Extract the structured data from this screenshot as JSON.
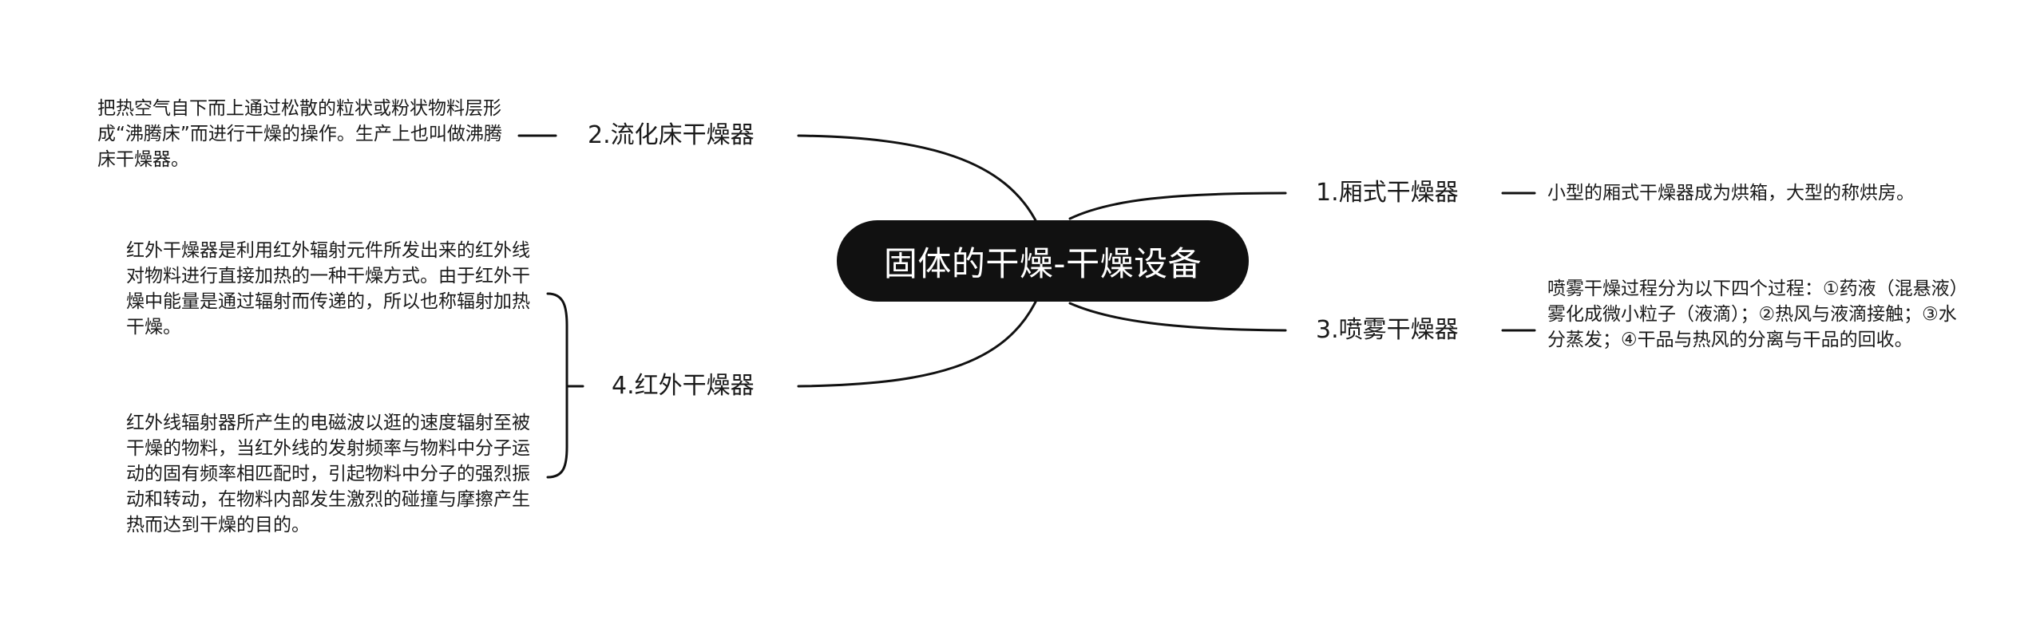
{
  "root": {
    "label": "固体的干燥-干燥设备"
  },
  "branches": {
    "b1": {
      "label": "1.厢式干燥器",
      "details": [
        "小型的厢式干燥器成为烘箱，大型的称烘房。"
      ]
    },
    "b2": {
      "label": "2.流化床干燥器",
      "details": [
        "把热空气自下而上通过松散的粒状或粉状物料层形成“沸腾床”而进行干燥的操作。生产上也叫做沸腾床干燥器。"
      ]
    },
    "b3": {
      "label": "3.喷雾干燥器",
      "details": [
        "喷雾干燥过程分为以下四个过程：①药液（混悬液）雾化成微小粒子（液滴）；②热风与液滴接触；③水分蒸发；④干品与热风的分离与干品的回收。"
      ]
    },
    "b4": {
      "label": "4.红外干燥器",
      "details": [
        "红外干燥器是利用红外辐射元件所发出来的红外线对物料进行直接加热的一种干燥方式。由于红外干燥中能量是通过辐射而传递的，所以也称辐射加热干燥。",
        "红外线辐射器所产生的电磁波以逛的速度辐射至被干燥的物料，当红外线的发射频率与物料中分子运动的固有频率相匹配时，引起物料中分子的强烈振动和转动，在物料内部发生激烈的碰撞与摩擦产生热而达到干燥的目的。"
      ]
    }
  },
  "colors": {
    "root_bg": "#111111",
    "root_text": "#ffffff",
    "line": "#111111",
    "text": "#1a1a1a"
  }
}
